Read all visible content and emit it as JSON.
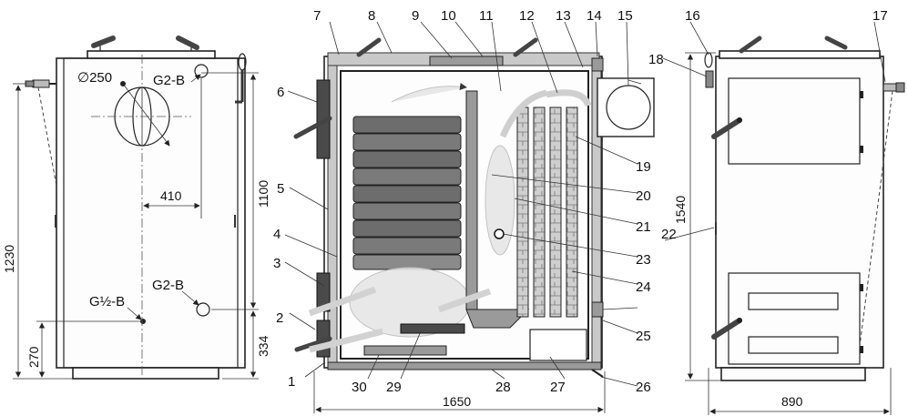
{
  "title": "",
  "front_view": {
    "labels": {
      "flue_diameter": "∅250",
      "outlet_top": "G2-B",
      "outlet_bottom": "G2-B",
      "drain": "G½-B",
      "dim_410": "410",
      "dim_1100": "1100",
      "dim_1230": "1230",
      "dim_270": "270",
      "dim_334": "334"
    }
  },
  "section_view": {
    "callouts": [
      "1",
      "2",
      "3",
      "4",
      "5",
      "6",
      "7",
      "8",
      "9",
      "10",
      "11",
      "12",
      "13",
      "14",
      "15",
      "16",
      "17",
      "18",
      "19",
      "20",
      "21",
      "22",
      "23",
      "24",
      "25",
      "26",
      "27",
      "28",
      "29",
      "30"
    ],
    "dim_width": "1650"
  },
  "side_view": {
    "labels": {
      "dim_1540": "1540",
      "dim_890": "890"
    }
  }
}
